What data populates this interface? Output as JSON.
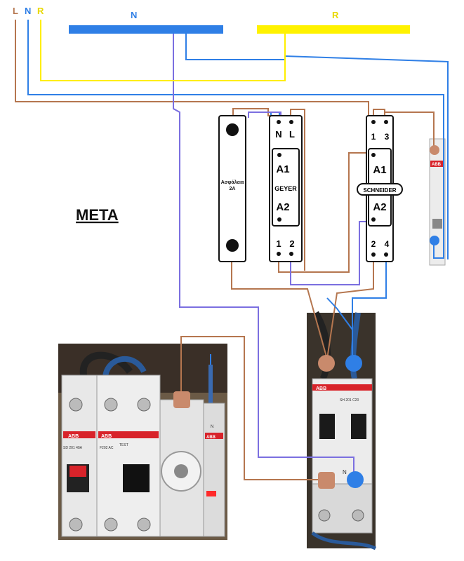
{
  "colors": {
    "neutral": "#2f7fe6",
    "live": "#b5764f",
    "r_phase": "#ffee00",
    "busbar_neutral": "#2f7fe6",
    "busbar_r": "#fff200",
    "wire_purple": "#7b6fe0"
  },
  "legend": {
    "l": "L",
    "n": "N",
    "r": "R"
  },
  "busbars": {
    "n_label": "N",
    "r_label": "R"
  },
  "title": "META",
  "fuse": {
    "label_line1": "Ασφάλεια",
    "label_line2": "2A"
  },
  "geyer": {
    "n": "N",
    "l": "L",
    "a1": "A1",
    "name": "GEYER",
    "a2": "A2",
    "t1": "1",
    "t2": "2"
  },
  "schneider": {
    "t1": "1",
    "t3": "3",
    "a1": "A1",
    "name": "SCHNEIDER",
    "a2": "A2",
    "t2": "2",
    "t4": "4"
  },
  "photo_left": {
    "brand1": "ABB",
    "brand2": "ABB",
    "brand3": "ABB",
    "rating1": "SD 201 40A",
    "rating2": "F202 AC",
    "test": "TEST",
    "n_mark": "N"
  },
  "photo_right": {
    "brand": "ABB",
    "rating": "SH 201 C20",
    "n_mark": "N"
  }
}
